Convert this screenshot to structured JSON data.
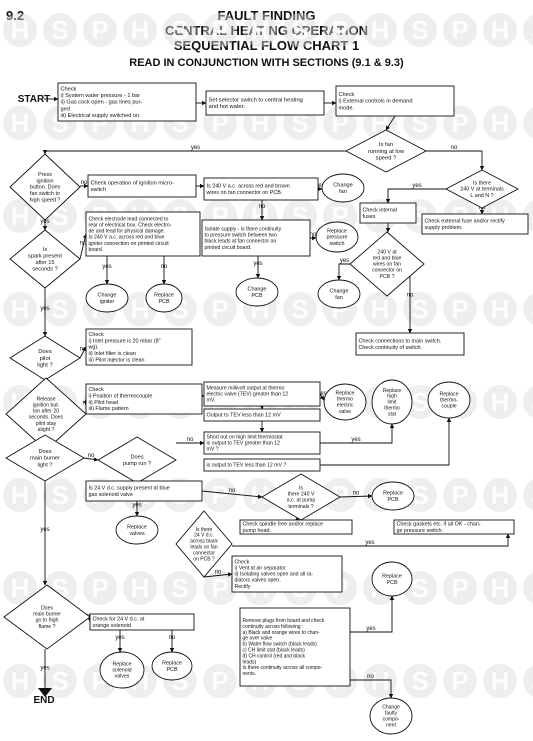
{
  "header": {
    "section": "9.2",
    "title_line1": "FAULT FINDING",
    "title_line2": "CENTRAL HEATING OPERATION",
    "title_line3": "SEQUENTIAL FLOW CHART 1",
    "subtitle": "READ IN CONJUNCTION WITH SECTIONS (9.1 & 9.3)"
  },
  "watermark": {
    "letters": [
      "H",
      "S",
      "P"
    ],
    "color": "#d9d9d9"
  },
  "nodes": [
    {
      "id": "start",
      "shape": "label",
      "lines": [
        "START"
      ]
    },
    {
      "id": "check1",
      "shape": "rect",
      "lines": [
        "Check",
        "i) System water pressure - 1 bar",
        "ii) Gas cock open - gas lines pur-",
        "     ged",
        "iii) Electrical supply switched on."
      ]
    },
    {
      "id": "selector",
      "shape": "rect",
      "lines": [
        "Set selector switch to central heating",
        "and hot water."
      ]
    },
    {
      "id": "check_ext",
      "shape": "rect",
      "lines": [
        "Check",
        "i) External controls in demand",
        "   mode."
      ]
    },
    {
      "id": "fan_running",
      "shape": "diamond",
      "lines": [
        "Is fan",
        "running at low",
        "speed ?"
      ]
    },
    {
      "id": "v240_terminals",
      "shape": "diamond",
      "lines": [
        "Is there",
        "240 V at terminals",
        "L and N ?"
      ]
    },
    {
      "id": "press_ignition",
      "shape": "diamond",
      "lines": [
        "Press",
        "ignition",
        "button. Does",
        "fan switch to",
        "high speed ?"
      ]
    },
    {
      "id": "check_microswitch",
      "shape": "rect",
      "lines": [
        "Check operation of ignition micro-",
        "switch"
      ]
    },
    {
      "id": "v240_fan",
      "shape": "rect",
      "lines": [
        "Is 240 V a.c. across red and brown",
        "wires on fan connector on PCB."
      ]
    },
    {
      "id": "change_fan1",
      "shape": "oval",
      "lines": [
        "Change",
        "fan"
      ]
    },
    {
      "id": "check_fuses",
      "shape": "rect",
      "lines": [
        "Check internal",
        "fuses"
      ]
    },
    {
      "id": "spark_present",
      "shape": "diamond",
      "lines": [
        "Is",
        "spark present",
        "after 15",
        "seconds ?"
      ]
    },
    {
      "id": "check_electrode",
      "shape": "rect",
      "lines": [
        "Check electrode lead connected to",
        "rear of electrical box. Check electro-",
        "de and lead for physical damage.",
        "Is 240 V a.c. across red and blue",
        "igniter connection on printed circuit",
        "board."
      ]
    },
    {
      "id": "isolate_supply",
      "shape": "rect",
      "lines": [
        "Isolate supply - is there continuity",
        "to pressure switch between two",
        "black leads at fan connector on",
        "printed circuit board."
      ]
    },
    {
      "id": "replace_pressure",
      "shape": "oval",
      "lines": [
        "Replace",
        "pressure",
        "switch"
      ]
    },
    {
      "id": "v240_redblue",
      "shape": "diamond",
      "lines": [
        "240 V at",
        "red and blue",
        "wires on fan",
        "connector on",
        "PCB ?"
      ]
    },
    {
      "id": "check_ext_fuse",
      "shape": "rect",
      "lines": [
        "Check external fuse and/or rectify",
        "supply problem."
      ]
    },
    {
      "id": "change_igniter",
      "shape": "oval",
      "lines": [
        "Change",
        "igniter"
      ]
    },
    {
      "id": "replace_pcb1",
      "shape": "oval",
      "lines": [
        "Replace",
        "PCB"
      ]
    },
    {
      "id": "change_pcb",
      "shape": "oval",
      "lines": [
        "Change",
        "PCB"
      ]
    },
    {
      "id": "change_fan2",
      "shape": "oval",
      "lines": [
        "Change",
        "fan"
      ]
    },
    {
      "id": "check_mainswitch",
      "shape": "rect",
      "lines": [
        "Check connections to main switch.",
        "Check continuity of switch."
      ]
    },
    {
      "id": "pilot_light",
      "shape": "diamond",
      "lines": [
        "Does",
        "pilot",
        "light ?"
      ]
    },
    {
      "id": "check_inlet",
      "shape": "rect",
      "lines": [
        "Check",
        "i) Inlet pressure is 20 mbar (8\"",
        "   wg).",
        "ii) Inlet filter is clean",
        "iii) Pilot injector is clean"
      ]
    },
    {
      "id": "release_ignition",
      "shape": "diamond",
      "lines": [
        "Release",
        "ignition but-",
        "ton after 20",
        "seconds. Does",
        "pilot stay",
        "alight ?"
      ]
    },
    {
      "id": "check_thermo",
      "shape": "rect",
      "lines": [
        "Check",
        "i) Position of thermocouple",
        "ii) Pilot head",
        "iii) Flame pattern"
      ]
    },
    {
      "id": "measure_mv",
      "shape": "rect",
      "lines": [
        "Measure millivolt output at thermo",
        "electric valve (TEV) greater than 12",
        "mV."
      ]
    },
    {
      "id": "replace_tev",
      "shape": "oval",
      "lines": [
        "Replace",
        "thermo",
        "electric",
        "valve"
      ]
    },
    {
      "id": "replace_highlimit",
      "shape": "oval",
      "lines": [
        "Replace",
        "high",
        "limit",
        "thermo",
        "stat"
      ]
    },
    {
      "id": "replace_thermocouple",
      "shape": "oval",
      "lines": [
        "Replace",
        "thermo-",
        "couple"
      ]
    },
    {
      "id": "output_less",
      "shape": "rect",
      "lines": [
        "Output to TEV less than 12 mV"
      ]
    },
    {
      "id": "main_burner",
      "shape": "diamond",
      "lines": [
        "Does",
        "main burner",
        "light ?"
      ]
    },
    {
      "id": "pump_run",
      "shape": "diamond",
      "lines": [
        "Does",
        "pump run ?"
      ]
    },
    {
      "id": "short_highlimit",
      "shape": "rect",
      "lines": [
        "Short out on high limit thermostat",
        "is output to TEV greater than 12",
        "mV ?"
      ]
    },
    {
      "id": "tev_less",
      "shape": "rect",
      "lines": [
        "is output to TEV less than 12 mV ?"
      ]
    },
    {
      "id": "v24_solenoid",
      "shape": "rect",
      "lines": [
        "Is 24 V d.c. supply present at blue",
        "gas solenoid valve"
      ]
    },
    {
      "id": "v240_pump",
      "shape": "diamond",
      "lines": [
        "Is",
        "there 240 V",
        "a.c. at pump",
        "terminals ?"
      ]
    },
    {
      "id": "replace_pcb2",
      "shape": "oval",
      "lines": [
        "Replace",
        "PCB"
      ]
    },
    {
      "id": "replace_valves",
      "shape": "oval",
      "lines": [
        "Replace",
        "valves"
      ]
    },
    {
      "id": "v24_black",
      "shape": "diamond",
      "lines": [
        "Is there",
        "24 V d.c.",
        "across black",
        "leads on fan",
        "connector",
        "on PCB ?"
      ]
    },
    {
      "id": "check_spindle",
      "shape": "rect",
      "lines": [
        "Check spindle free and/or replace",
        "pump head."
      ]
    },
    {
      "id": "check_gaskets",
      "shape": "rect",
      "lines": [
        "Check gaskets etc. if all OK - chan-",
        "ge pressure switch."
      ]
    },
    {
      "id": "check_vent",
      "shape": "rect",
      "lines": [
        "Check",
        "i) Vent at air separator",
        "ii) Isolating valves open and all ra-",
        "   diators valves open.",
        "Rectify"
      ]
    },
    {
      "id": "burner_high",
      "shape": "diamond",
      "lines": [
        "Does",
        "main burner",
        "go to high",
        "flame ?"
      ]
    },
    {
      "id": "replace_pcb3",
      "shape": "oval",
      "lines": [
        "Replace",
        "PCB"
      ]
    },
    {
      "id": "check_24v_orange",
      "shape": "rect",
      "lines": [
        "Check for 24 V d.c. at",
        "orange solenoid"
      ]
    },
    {
      "id": "remove_plugs",
      "shape": "rect",
      "lines": [
        "Remove plugs from board and check",
        "continuity across following :",
        "a) Black and orange wires to chan-",
        "   ge over valve",
        "b) Water flow switch (black leads)",
        "c) CH limit stat (black leads)",
        "d) CH control (red and black",
        "   leads)",
        "Is there continuity across all compo-",
        "nents."
      ]
    },
    {
      "id": "replace_solenoid",
      "shape": "oval",
      "lines": [
        "Replace",
        "solenoid",
        "valves"
      ]
    },
    {
      "id": "replace_pcb4",
      "shape": "oval",
      "lines": [
        "Replace",
        "PCB"
      ]
    },
    {
      "id": "change_faulty",
      "shape": "oval",
      "lines": [
        "Change",
        "faulty",
        "compo-",
        "nent"
      ]
    },
    {
      "id": "end",
      "shape": "label",
      "lines": [
        "END"
      ]
    }
  ],
  "edges": [
    {
      "from": "start",
      "to": "check1",
      "label": ""
    },
    {
      "from": "check1",
      "to": "selector",
      "label": ""
    },
    {
      "from": "selector",
      "to": "check_ext",
      "label": ""
    },
    {
      "from": "check_ext",
      "to": "fan_running",
      "label": ""
    },
    {
      "from": "fan_running",
      "to": "press_ignition",
      "label": "yes"
    },
    {
      "from": "fan_running",
      "to": "v240_terminals",
      "label": "no"
    },
    {
      "from": "v240_terminals",
      "to": "check_fuses",
      "label": "yes"
    },
    {
      "from": "v240_terminals",
      "to": "check_ext_fuse",
      "label": "no"
    },
    {
      "from": "press_ignition",
      "to": "check_microswitch",
      "label": "no"
    },
    {
      "from": "check_microswitch",
      "to": "v240_fan",
      "label": ""
    },
    {
      "from": "v240_fan",
      "to": "change_fan1",
      "label": "yes"
    },
    {
      "from": "v240_fan",
      "to": "isolate_supply",
      "label": "no"
    },
    {
      "from": "isolate_supply",
      "to": "replace_pressure",
      "label": "no"
    },
    {
      "from": "isolate_supply",
      "to": "change_pcb",
      "label": "yes"
    },
    {
      "from": "check_fuses",
      "to": "v240_redblue",
      "label": ""
    },
    {
      "from": "v240_redblue",
      "to": "change_fan2",
      "label": "yes"
    },
    {
      "from": "v240_redblue",
      "to": "check_mainswitch",
      "label": "no"
    },
    {
      "from": "press_ignition",
      "to": "spark_present",
      "label": "yes"
    },
    {
      "from": "spark_present",
      "to": "check_electrode",
      "label": "no"
    },
    {
      "from": "check_electrode",
      "to": "change_igniter",
      "label": "yes"
    },
    {
      "from": "check_electrode",
      "to": "replace_pcb1",
      "label": "no"
    },
    {
      "from": "spark_present",
      "to": "pilot_light",
      "label": "yes"
    },
    {
      "from": "pilot_light",
      "to": "check_inlet",
      "label": "no"
    },
    {
      "from": "pilot_light",
      "to": "release_ignition",
      "label": "yes"
    },
    {
      "from": "release_ignition",
      "to": "check_thermo",
      "label": "no"
    },
    {
      "from": "check_thermo",
      "to": "measure_mv",
      "label": ""
    },
    {
      "from": "measure_mv",
      "to": "replace_tev",
      "label": "yes"
    },
    {
      "from": "measure_mv",
      "to": "output_less",
      "label": ""
    },
    {
      "from": "output_less",
      "to": "short_highlimit",
      "label": ""
    },
    {
      "from": "short_highlimit",
      "to": "replace_highlimit",
      "label": "yes"
    },
    {
      "from": "tev_less",
      "to": "replace_thermocouple",
      "label": ""
    },
    {
      "from": "release_ignition",
      "to": "main_burner",
      "label": "yes"
    },
    {
      "from": "main_burner",
      "to": "pump_run",
      "label": "no"
    },
    {
      "from": "pump_run",
      "to": "short_highlimit",
      "label": "no"
    },
    {
      "from": "pump_run",
      "to": "v24_solenoid",
      "label": "yes"
    },
    {
      "from": "v24_solenoid",
      "to": "replace_valves",
      "label": "yes"
    },
    {
      "from": "v24_solenoid",
      "to": "v240_pump",
      "label": "no"
    },
    {
      "from": "v240_pump",
      "to": "replace_pcb2",
      "label": "no"
    },
    {
      "from": "v240_pump",
      "to": "check_spindle",
      "label": "yes"
    },
    {
      "from": "v24_black",
      "to": "check_gaskets",
      "label": "yes"
    },
    {
      "from": "v24_black",
      "to": "check_vent",
      "label": "no"
    },
    {
      "from": "main_burner",
      "to": "burner_high",
      "label": "yes"
    },
    {
      "from": "burner_high",
      "to": "check_24v_orange",
      "label": "no"
    },
    {
      "from": "check_24v_orange",
      "to": "replace_solenoid",
      "label": "yes"
    },
    {
      "from": "check_24v_orange",
      "to": "replace_pcb4",
      "label": "no"
    },
    {
      "from": "remove_plugs",
      "to": "replace_pcb3",
      "label": "yes"
    },
    {
      "from": "remove_plugs",
      "to": "change_faulty",
      "label": "no"
    },
    {
      "from": "burner_high",
      "to": "end",
      "label": "yes"
    }
  ]
}
